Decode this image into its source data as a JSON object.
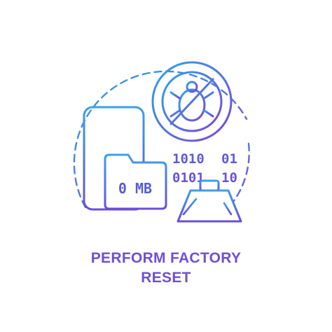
{
  "caption": {
    "line1": "PERFORM FACTORY",
    "line2": "RESET"
  },
  "folder_label": "0 MB",
  "binary": {
    "row1_left": "1010",
    "row1_right": "01",
    "row2_left": "0101",
    "row2_right": "10"
  },
  "colors": {
    "gradient_start": "#2f9fe8",
    "gradient_end": "#7a45d8",
    "caption": "#6f4fd6"
  },
  "icons": {
    "outer_ring": "dashed-circle-icon",
    "device": "smartphone-icon",
    "folder": "folder-icon",
    "no_bug": "no-bug-icon",
    "binary": "binary-code-icon",
    "broom": "broom-icon"
  }
}
